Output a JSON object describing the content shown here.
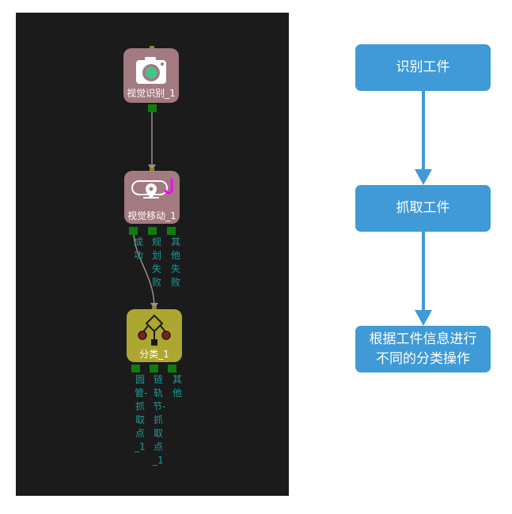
{
  "graph": {
    "nodes": [
      {
        "label": "视觉识别_1",
        "icon": "camera-icon",
        "color": "#a27a80"
      },
      {
        "label": "视觉移动_1",
        "icon": "path-move-icon",
        "color": "#a27a80"
      },
      {
        "label": "分类_1",
        "icon": "branch-icon",
        "color": "#ada631"
      }
    ],
    "move_ports": [
      "成功",
      "规划失败",
      "其他失败"
    ],
    "classify_ports": [
      "圆管-抓取点_1",
      "链轨节-抓取点_1",
      "其他"
    ]
  },
  "flowchart": {
    "steps": [
      {
        "text": "识别工件"
      },
      {
        "text": "抓取工件"
      },
      {
        "text": "根据工件信息进行不同的分类操作"
      }
    ],
    "box_color": "#3f9ad7"
  }
}
